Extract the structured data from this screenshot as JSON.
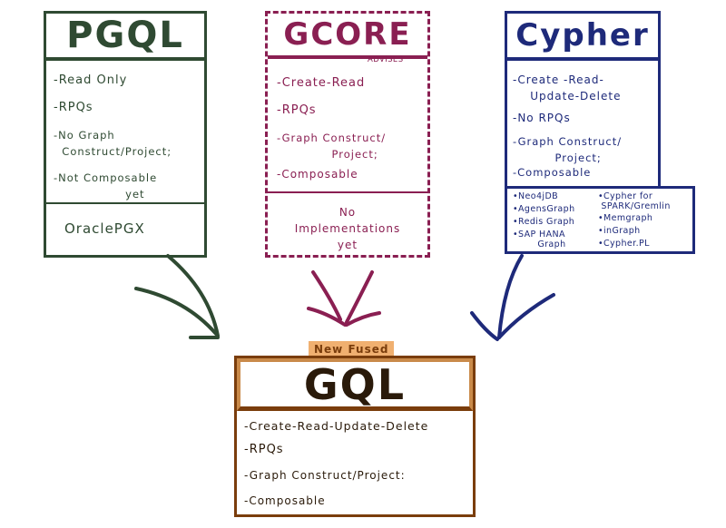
{
  "colors": {
    "pgql": "#2f4a32",
    "gcore": "#8a1f52",
    "cypher": "#1e2a7a",
    "gql": "#7a3d0c",
    "gql_fill": "#c98a4a"
  },
  "pgql": {
    "title": "PGQL",
    "features": [
      "-Read Only",
      "-RPQs",
      "-No Graph\n  Construct/Project;",
      "-Not Composable\n                 yet"
    ],
    "implementation": "OraclePGX"
  },
  "gcore": {
    "title": "GCORE",
    "caption": "ADVISES",
    "features": [
      "-Create-Read",
      "-RPQs",
      "-Graph Construct/\n             Project;",
      "-Composable"
    ],
    "implementation": "No\nImplementations\nyet"
  },
  "cypher": {
    "title": "Cypher",
    "features": [
      "-Create -Read-\n    Update-Delete",
      "-No RPQs",
      "-Graph Construct/\n          Project;",
      "-Composable"
    ],
    "implementations_left": [
      "•Neo4jDB",
      "•AgensGraph",
      "•Redis Graph",
      "•SAP HANA\n        Graph"
    ],
    "implementations_right": [
      "•Cypher for\n SPARK/Gremlin",
      "•Memgraph",
      "•inGraph",
      "•Cypher.PL"
    ]
  },
  "gql": {
    "banner": "New Fused",
    "title": "GQL",
    "features": [
      "-Create-Read-Update-Delete",
      "-RPQs",
      "-Graph Construct/Project:",
      "-Composable"
    ]
  }
}
